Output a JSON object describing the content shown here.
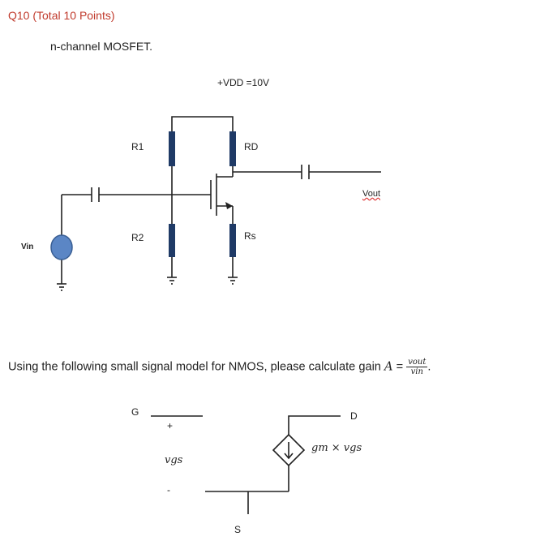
{
  "question": {
    "title": "Q10 (Total 10 Points)",
    "subtitle": "n-channel MOSFET.",
    "instruction": "Using the following small signal model for NMOS, please calculate gain",
    "gain_symbol": "A",
    "gain_eq": "=",
    "gain_num": "vout",
    "gain_den": "vin",
    "gain_end": "."
  },
  "circuit": {
    "vdd_label": "+VDD =10V",
    "r1_label": "R1",
    "r2_label": "R2",
    "rd_label": "RD",
    "rs_label": "Rs",
    "vin_label": "Vin",
    "vout_label": "Vout"
  },
  "model": {
    "gate_label": "G",
    "drain_label": "D",
    "source_label": "S",
    "plus_label": "+",
    "minus_label": "-",
    "vgs_label": "vgs",
    "gm_label": "gm × vgs"
  },
  "colors": {
    "title": "#c0392b",
    "source_fill": "#5b86c5",
    "resistor_fill": "#1f3a66",
    "arrow_red": "#d33"
  }
}
